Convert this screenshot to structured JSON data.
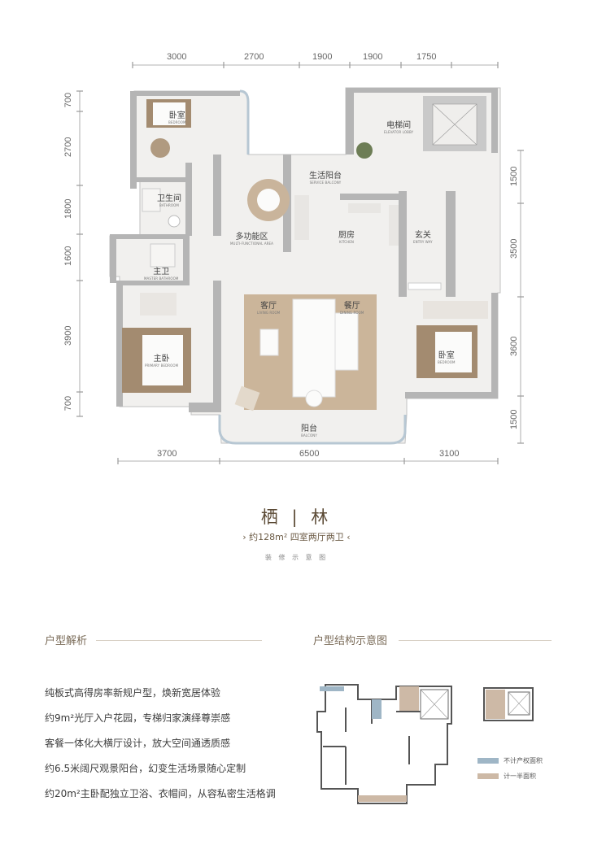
{
  "dimensions": {
    "top": [
      "3000",
      "2700",
      "1900",
      "1900",
      "1750"
    ],
    "bottom": [
      "3700",
      "6500",
      "3100"
    ],
    "left": [
      "700",
      "2700",
      "1800",
      "1600",
      "3900",
      "700"
    ],
    "right": [
      "1500",
      "3500",
      "3600",
      "1500"
    ]
  },
  "rooms": [
    {
      "cn": "卧室",
      "en": "BEDROOM"
    },
    {
      "cn": "卫生间",
      "en": "BATHROOM"
    },
    {
      "cn": "主卫",
      "en": "MASTER BATHROOM"
    },
    {
      "cn": "主卧",
      "en": "PRIMARY BEDROOM"
    },
    {
      "cn": "多功能区",
      "en": "MULTI-FUNCTIONAL AREA"
    },
    {
      "cn": "生活阳台",
      "en": "SERVICE BALCONY"
    },
    {
      "cn": "电梯间",
      "en": "ELEVATOR LOBBY"
    },
    {
      "cn": "厨房",
      "en": "KITCHEN"
    },
    {
      "cn": "玄关",
      "en": "ENTRY WAY"
    },
    {
      "cn": "客厅",
      "en": "LIVING ROOM"
    },
    {
      "cn": "餐厅",
      "en": "DINING ROOM"
    },
    {
      "cn": "卧室",
      "en": "BEDROOM"
    },
    {
      "cn": "阳台",
      "en": "BALCONY"
    }
  ],
  "title": "栖 | 林",
  "subtitle": "› 约128m² 四室两厅两卫 ‹",
  "note": "装 修 示 意 图",
  "analysis": {
    "heading": "户型解析",
    "lines": [
      "纯板式高得房率新规户型，焕新宽居体验",
      "约9m²光厅入户花园，专梯归家演绎尊崇感",
      "客餐一体化大横厅设计，放大空间通透质感",
      "约6.5米阔尺观景阳台，幻变生活场景随心定制",
      "约20m²主卧配独立卫浴、衣帽间，从容私密生活格调"
    ]
  },
  "structure": {
    "heading": "户型结构示意图",
    "legend": [
      {
        "label": "不计产权面积",
        "color": "#9fb6c6"
      },
      {
        "label": "计一半面积",
        "color": "#cdb9a6"
      }
    ]
  },
  "colors": {
    "wall": "#b6b6b6",
    "floor": "#f1f0ee",
    "rug": "#cbb59a",
    "accent": "#a48b6c"
  }
}
